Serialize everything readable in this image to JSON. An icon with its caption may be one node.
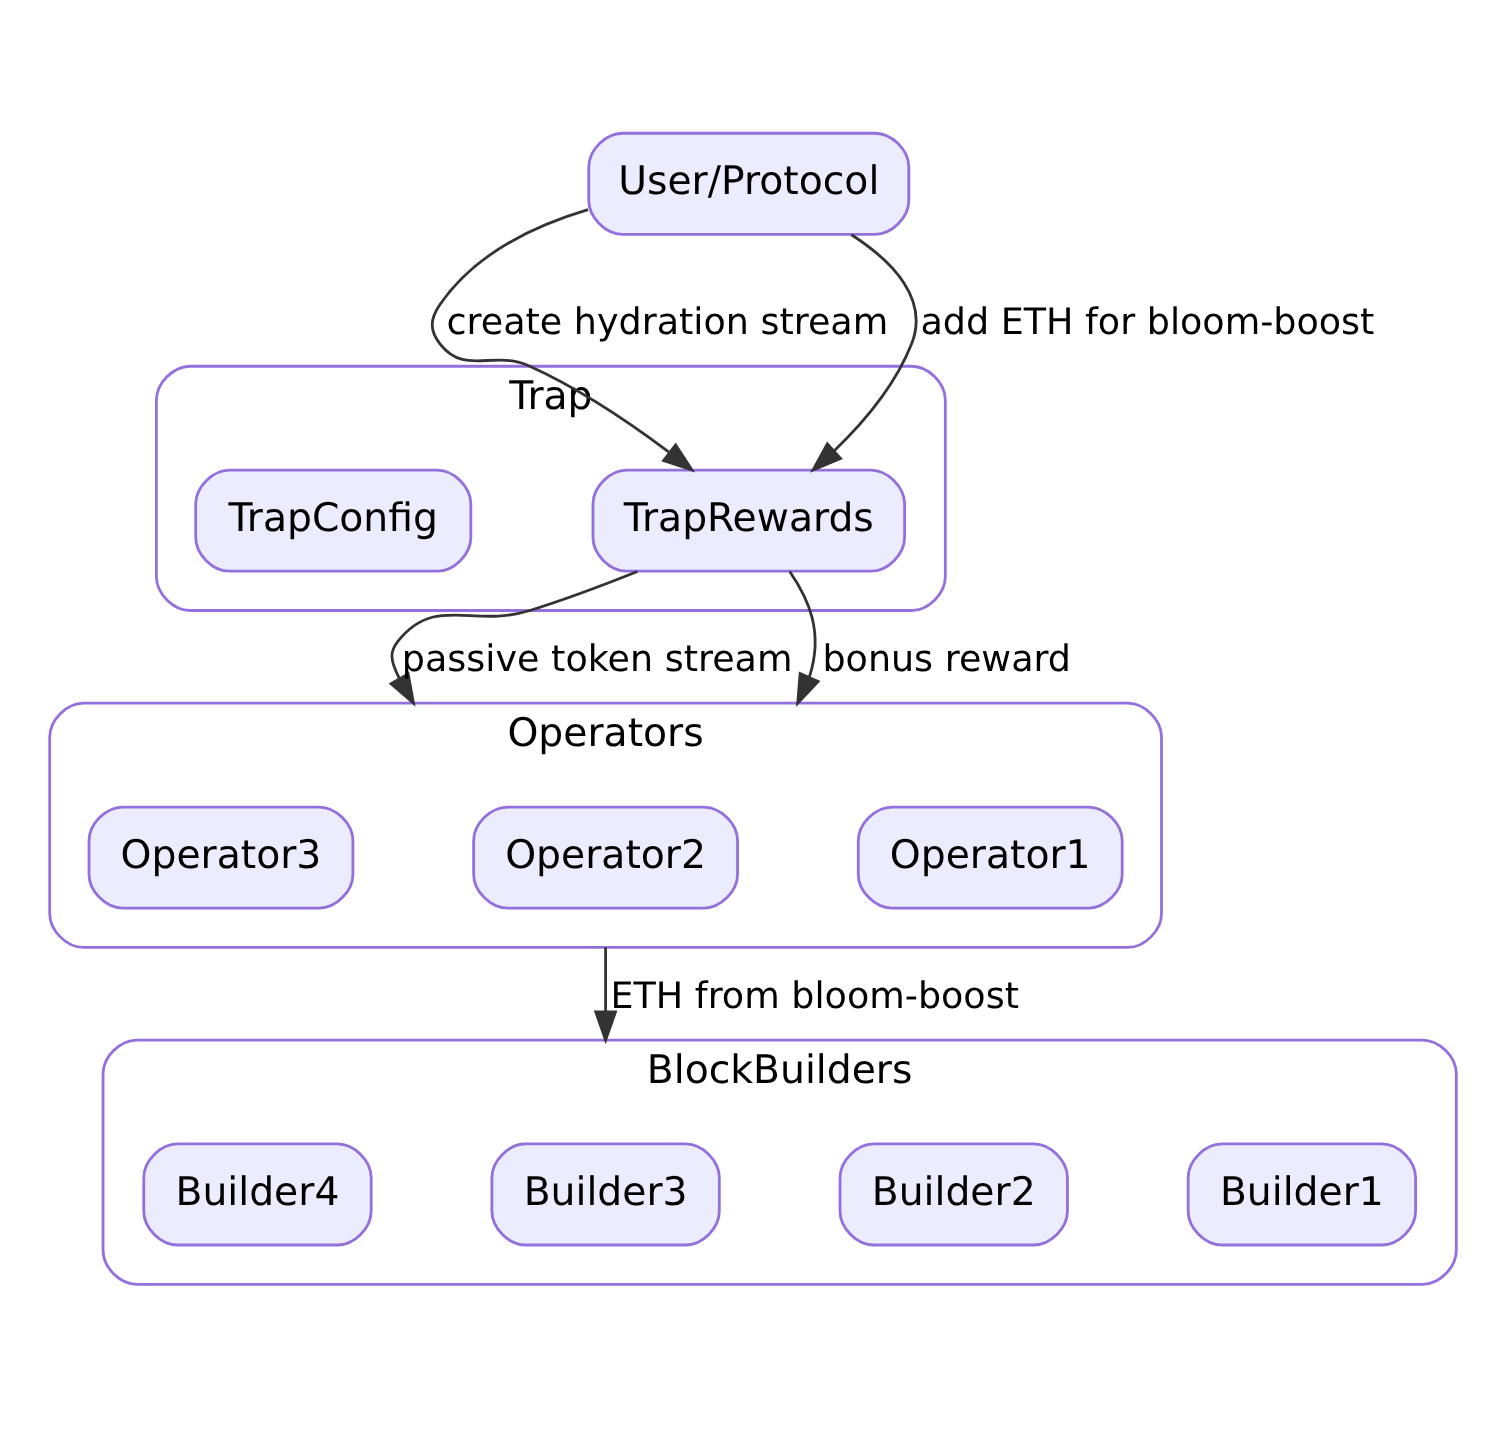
{
  "diagram": {
    "nodes": [
      {
        "text": [
          "User/Protocol"
        ]
      },
      {
        "text": [
          "Trap"
        ]
      },
      {
        "text": [
          "TrapRewards"
        ],
        "in": 1
      },
      {
        "text": [
          "TrapConfig"
        ],
        "in": 1
      },
      {
        "text": [
          "Operators"
        ]
      },
      {
        "text": [
          "Operator1"
        ],
        "in": 4
      },
      {
        "text": [
          "Operator2"
        ],
        "in": 4
      },
      {
        "text": [
          "Operator3"
        ],
        "in": 4
      },
      {
        "text": [
          "BlockBuilders"
        ]
      },
      {
        "text": [
          "Builder1"
        ],
        "in": 8
      },
      {
        "text": [
          "Builder2"
        ],
        "in": 8
      },
      {
        "text": [
          "Builder3"
        ],
        "in": 8
      },
      {
        "text": [
          "Builder4"
        ],
        "in": 8
      }
    ],
    "edges": [
      {
        "from": 0,
        "to": 2,
        "arrow": "to",
        "label": "create hydration stream"
      },
      {
        "from": 0,
        "to": 2,
        "arrow": "to",
        "label": "add ETH for bloom-boost"
      },
      {
        "from": 2,
        "to": 4,
        "arrow": "to",
        "label": "passive token stream"
      },
      {
        "from": 2,
        "to": 4,
        "arrow": "to",
        "label": "bonus reward"
      },
      {
        "from": 4,
        "to": 8,
        "arrow": "to",
        "label": "ETH from bloom-boost"
      }
    ]
  }
}
